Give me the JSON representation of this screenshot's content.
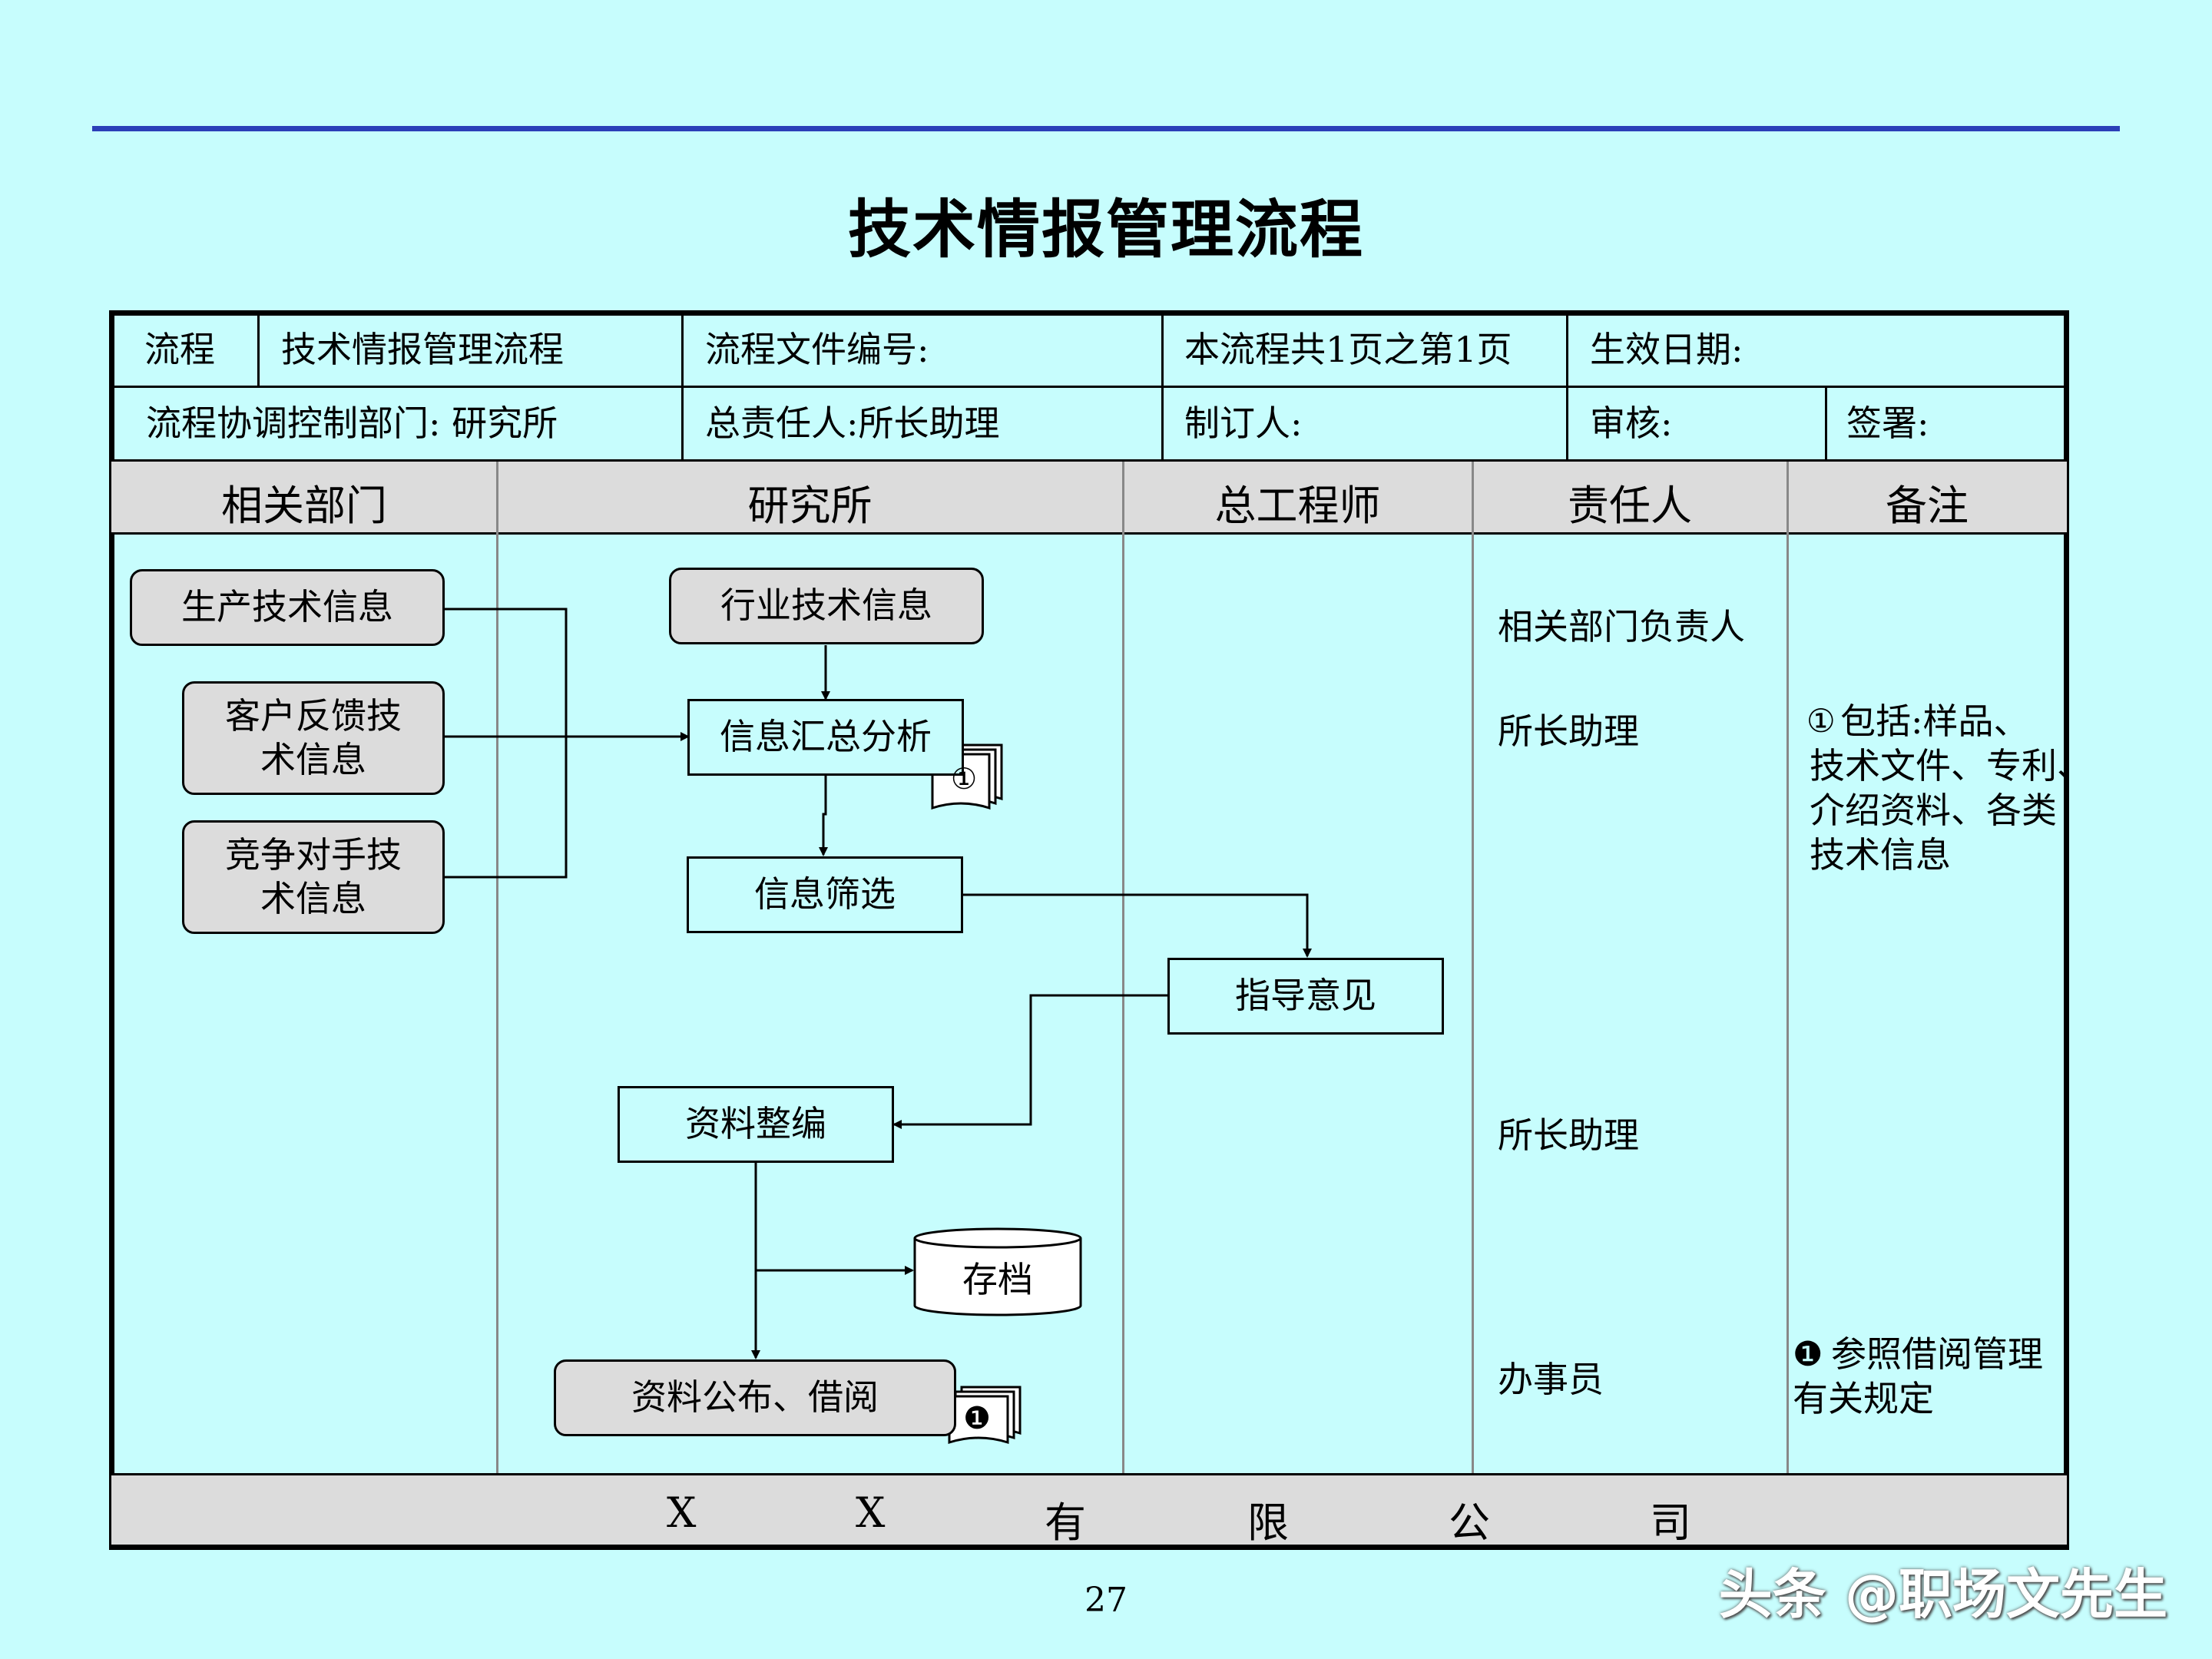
{
  "title": "技术情报管理流程",
  "header": {
    "row1": {
      "label_process": "流程",
      "process_name": "技术情报管理流程",
      "doc_no": "流程文件编号:",
      "pages": "本流程共1页之第1页",
      "effective_date": "生效日期:"
    },
    "row2": {
      "control_dept": "流程协调控制部门:  研究所",
      "owner": "总责任人:所长助理",
      "author": "制订人:",
      "reviewer": "审核:",
      "signature": "签署:"
    }
  },
  "columns": [
    "相关部门",
    "研究所",
    "总工程师",
    "责任人",
    "备注"
  ],
  "nodes": {
    "prod_info": "生产技术信息",
    "cust_info_1": "客户反馈技",
    "cust_info_2": "术信息",
    "comp_info_1": "竞争对手技",
    "comp_info_2": "术信息",
    "industry_info": "行业技术信息",
    "summary": "信息汇总分析",
    "filter": "信息筛选",
    "guidance": "指导意见",
    "compile": "资料整编",
    "archive": "存档",
    "publish": "资料公布、借阅"
  },
  "responsible": {
    "r1": "相关部门负责人",
    "r2": "所长助理",
    "r3": "所长助理",
    "r4": "办事员"
  },
  "notes": {
    "n1_marker": "①",
    "n1": "包括:样品、\n技术文件、专利、\n介绍资料、各类\n技术信息",
    "n2_marker": "❶",
    "n2": "参照借阅管理\n有关规定"
  },
  "doc_markers": {
    "summary": "①",
    "publish": "❶"
  },
  "footer": [
    "X",
    "X",
    "有",
    "限",
    "公",
    "司"
  ],
  "page_number": "27",
  "watermark": "头条 @职场文先生",
  "colors": {
    "background": "#c7fdfd",
    "header_band": "#dcdcdc",
    "top_rule": "#2b3fb8"
  }
}
